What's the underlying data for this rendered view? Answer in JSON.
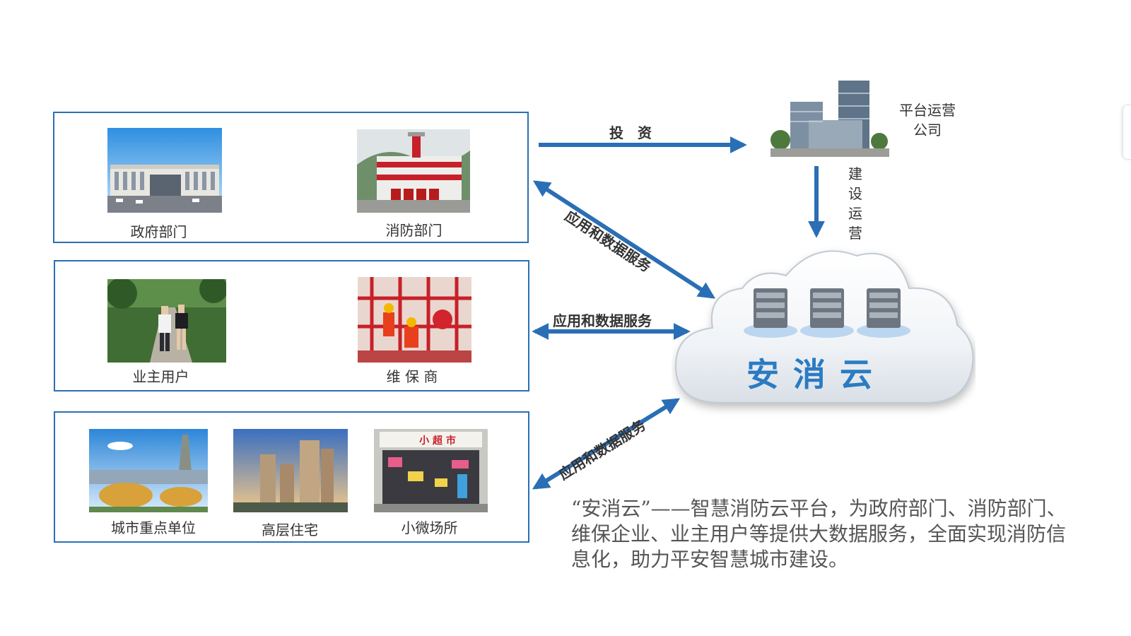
{
  "groups": {
    "top": {
      "gov_label": "政府部门",
      "fire_label": "消防部门"
    },
    "middle": {
      "owner_label": "业主用户",
      "maint_label": "维 保 商"
    },
    "bottom": {
      "key_label": "城市重点单位",
      "tower_label": "高层住宅",
      "small_label": "小微场所"
    }
  },
  "company": {
    "label_line1": "平台运营",
    "label_line2": "公司"
  },
  "arrows": {
    "invest": "投　资",
    "build": "建设运营",
    "service_top": "应用和数据服务",
    "service_mid": "应用和数据服务",
    "service_bottom": "应用和数据服务"
  },
  "cloud": {
    "title": "安消云"
  },
  "description": "“安消云”——智慧消防云平台，为政府部门、消防部门、维保企业、业主用户等提供大数据服务，全面实现消防信息化，助力平安智慧城市建设。",
  "shop_sign": "小 超 市",
  "colors": {
    "accent": "#2a6fb5",
    "cloud_text": "#2a7bc2",
    "fire_red": "#c8202a"
  }
}
